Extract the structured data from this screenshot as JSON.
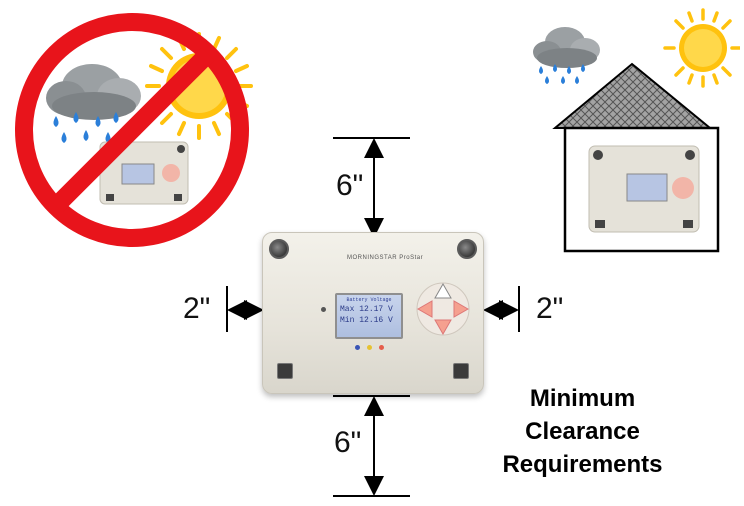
{
  "dimensions": {
    "top": "6\"",
    "bottom": "6\"",
    "left": "2\"",
    "right": "2\""
  },
  "caption": {
    "line1": "Minimum",
    "line2": "Clearance",
    "line3": "Requirements"
  },
  "device": {
    "brand": "MORNINGSTAR",
    "model": "ProStar",
    "screen_header": "Battery Voltage",
    "max_label": "Max",
    "max_value": "12.17 V",
    "min_label": "Min",
    "min_value": "12.16 V"
  },
  "colors": {
    "prohibition": "#e8141b",
    "roof": "#9a9a9a",
    "sun": "#ffc20e",
    "rain": "#2b7fd9",
    "cloud": "#8e9396",
    "arrow": "#000000"
  },
  "icons": [
    "prohibition-icon",
    "cloud-icon",
    "rain-icon",
    "sun-icon",
    "house-icon"
  ]
}
